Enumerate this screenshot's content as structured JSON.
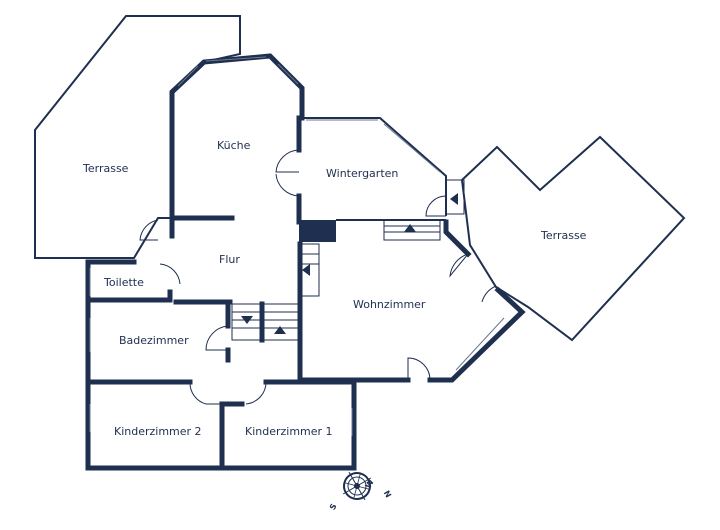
{
  "rooms": {
    "terrasse_left": "Terrasse",
    "kueche": "Küche",
    "wintergarten": "Wintergarten",
    "terrasse_right": "Terrasse",
    "flur": "Flur",
    "toilette": "Toilette",
    "wohnzimmer": "Wohnzimmer",
    "badezimmer": "Badezimmer",
    "kinderzimmer1": "Kinderzimmer 1",
    "kinderzimmer2": "Kinderzimmer 2"
  },
  "compass": {
    "n": "N",
    "s": "S",
    "w": "W"
  },
  "colors": {
    "wall": "#1f2f4f",
    "window": "#6b7890"
  }
}
